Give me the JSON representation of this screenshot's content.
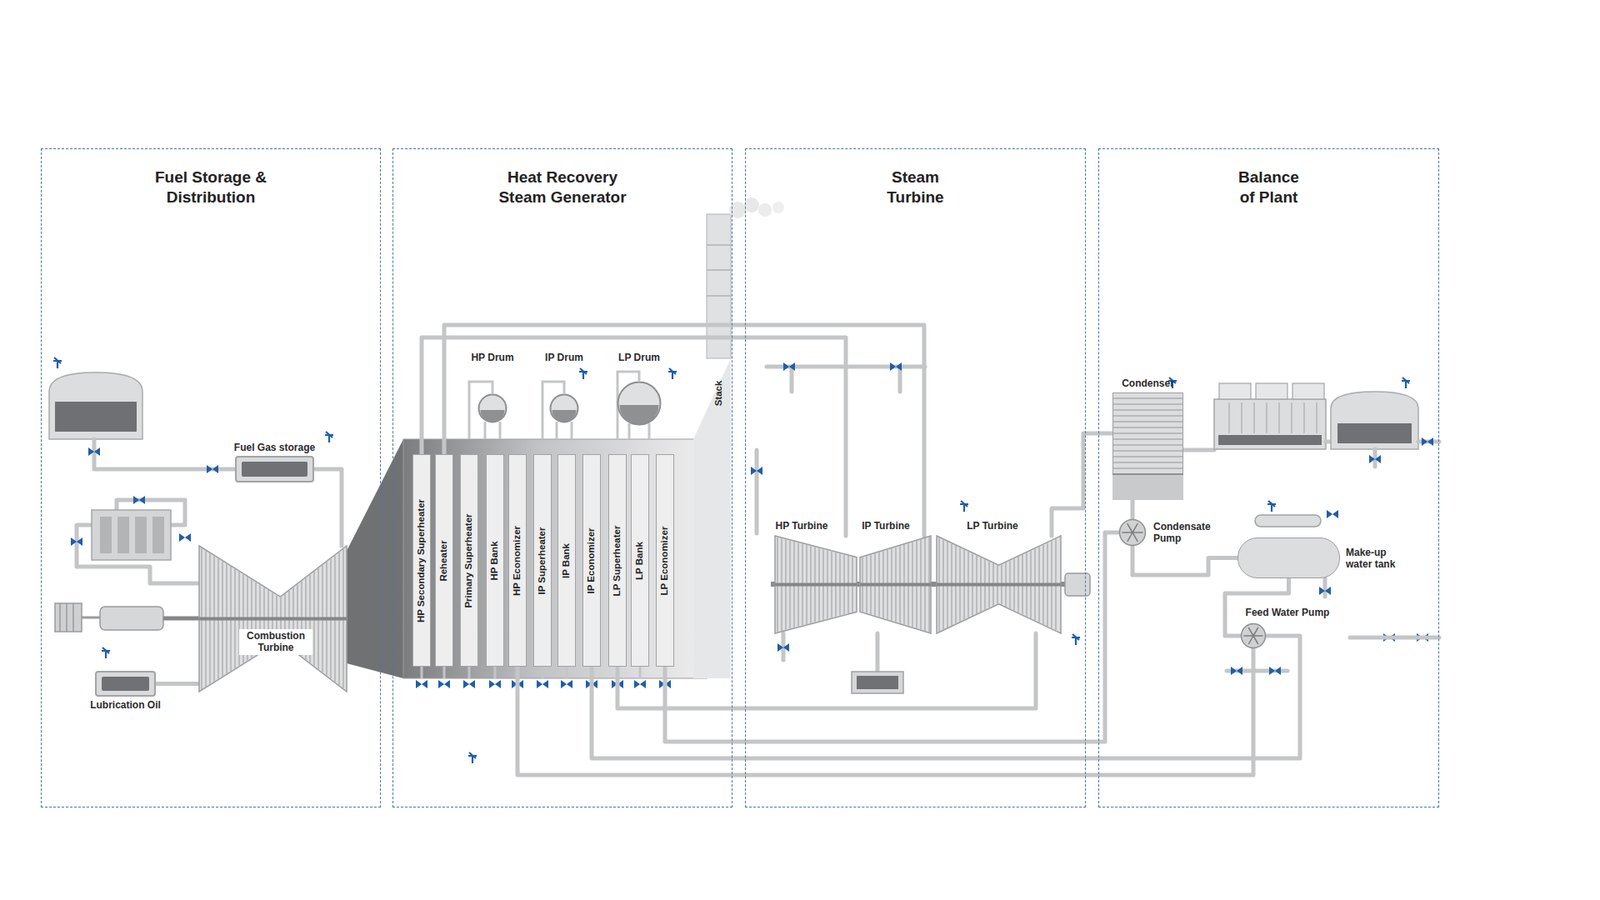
{
  "diagram": {
    "nodes": [
      {
        "text": [
          "Fuel Storage & Distribution"
        ]
      },
      {
        "text": [
          "Fuel Gas storage"
        ],
        "in": 0
      },
      {
        "text": [
          "Combustion Turbine"
        ],
        "in": 0
      },
      {
        "text": [
          "Lubrication Oil"
        ],
        "in": 0
      },
      {
        "text": [
          "Heat Recovery Steam Generator"
        ]
      },
      {
        "text": [
          "HP Drum"
        ],
        "in": 4
      },
      {
        "text": [
          "IP Drum"
        ],
        "in": 4
      },
      {
        "text": [
          "LP Drum"
        ],
        "in": 4
      },
      {
        "text": [
          "Stack"
        ],
        "in": 4
      },
      {
        "text": [
          "HP Secondary Superheater"
        ],
        "in": 4
      },
      {
        "text": [
          "Reheater"
        ],
        "in": 4
      },
      {
        "text": [
          "Primary Superheater"
        ],
        "in": 4
      },
      {
        "text": [
          "HP Bank"
        ],
        "in": 4
      },
      {
        "text": [
          "HP Economizer"
        ],
        "in": 4
      },
      {
        "text": [
          "IP Superheater"
        ],
        "in": 4
      },
      {
        "text": [
          "IP Bank"
        ],
        "in": 4
      },
      {
        "text": [
          "IP Economizer"
        ],
        "in": 4
      },
      {
        "text": [
          "LP Superheater"
        ],
        "in": 4
      },
      {
        "text": [
          "LP Bank"
        ],
        "in": 4
      },
      {
        "text": [
          "LP Economizer"
        ],
        "in": 4
      },
      {
        "text": [
          "Steam Turbine"
        ]
      },
      {
        "text": [
          "HP Turbine"
        ],
        "in": 20
      },
      {
        "text": [
          "IP Turbine"
        ],
        "in": 20
      },
      {
        "text": [
          "LP Turbine"
        ],
        "in": 20
      },
      {
        "text": [
          "Balance of Plant"
        ]
      },
      {
        "text": [
          "Condenser"
        ],
        "in": 24
      },
      {
        "text": [
          "Condensate Pump"
        ],
        "in": 24
      },
      {
        "text": [
          "Make-up water tank"
        ],
        "in": 24
      },
      {
        "text": [
          "Feed Water Pump"
        ],
        "in": 24
      }
    ],
    "edges": [
      {
        "from": 1,
        "to": 2,
        "arrow": "none"
      },
      {
        "from": 3,
        "to": 2,
        "arrow": "none"
      },
      {
        "from": 9,
        "to": 21,
        "arrow": "none"
      },
      {
        "from": 10,
        "to": 22,
        "arrow": "none"
      },
      {
        "from": 17,
        "to": 23,
        "arrow": "none"
      },
      {
        "from": 23,
        "to": 25,
        "arrow": "none"
      },
      {
        "from": 25,
        "to": 26,
        "arrow": "none"
      },
      {
        "from": 26,
        "to": 27,
        "arrow": "none"
      },
      {
        "from": 27,
        "to": 28,
        "arrow": "none"
      },
      {
        "from": 28,
        "to": 13,
        "arrow": "none"
      },
      {
        "from": 28,
        "to": 16,
        "arrow": "none"
      },
      {
        "from": 26,
        "to": 19,
        "arrow": "none"
      }
    ]
  }
}
